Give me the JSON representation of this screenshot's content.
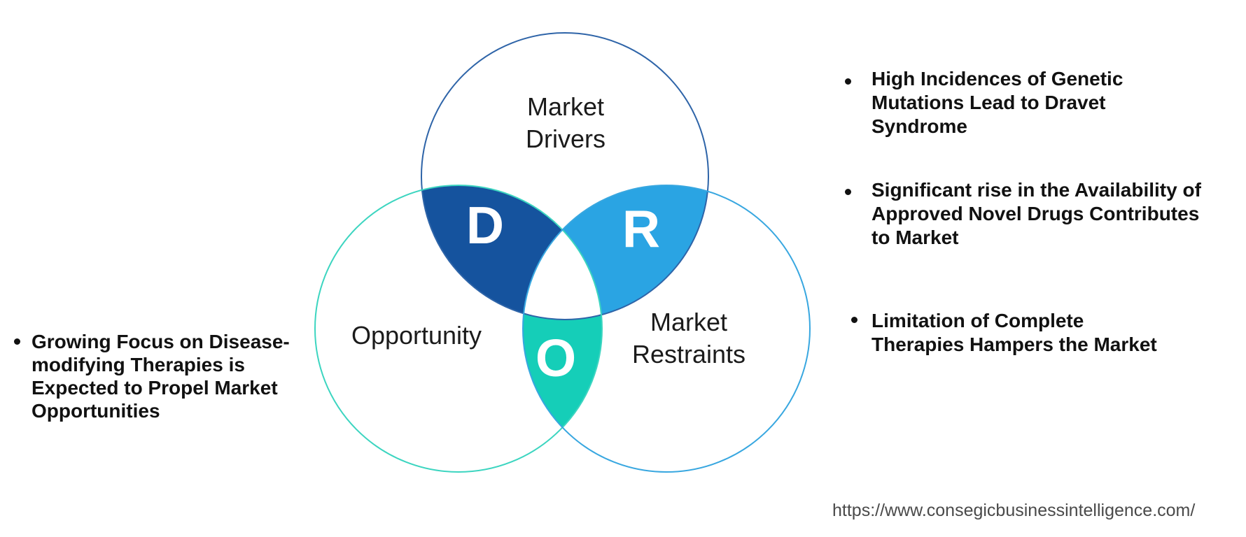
{
  "venn": {
    "circles": [
      {
        "id": "drivers",
        "label": "Market\nDrivers",
        "stroke": "#2E64A8"
      },
      {
        "id": "opportunity",
        "label": "Opportunity",
        "stroke": "#3CD5C0"
      },
      {
        "id": "restraints",
        "label": "Market\nRestraints",
        "stroke": "#38A7E0"
      }
    ],
    "lenses": [
      {
        "id": "drivers-lens",
        "letter": "D",
        "fill": "#15539E"
      },
      {
        "id": "restraints-lens",
        "letter": "R",
        "fill": "#2AA4E3"
      },
      {
        "id": "opportunity-lens",
        "letter": "O",
        "fill": "#15CEB8"
      }
    ],
    "center_fill": "#FFFFFF"
  },
  "bullets": {
    "left": [
      {
        "text": "Growing Focus on Disease-\nmodifying Therapies is\nExpected to Propel Market\nOpportunities"
      }
    ],
    "right": [
      {
        "text": "High Incidences of Genetic\nMutations Lead to Dravet\nSyndrome"
      },
      {
        "text": "Significant rise in the Availability of\nApproved Novel Drugs Contributes\nto Market"
      },
      {
        "text": "Limitation of Complete\nTherapies Hampers the Market"
      }
    ]
  },
  "footer": {
    "url": "https://www.consegicbusinessintelligence.com/"
  }
}
